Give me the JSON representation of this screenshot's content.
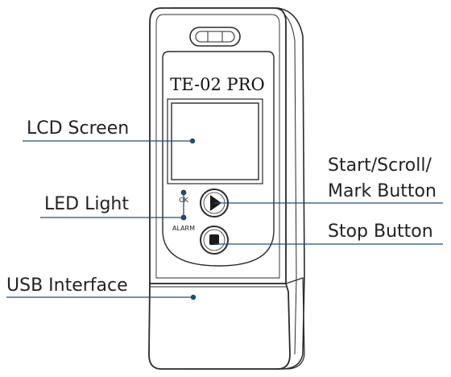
{
  "device": {
    "model": "TE-02 PRO",
    "indicators": {
      "ok": "OK",
      "alarm": "ALARM"
    }
  },
  "callouts": {
    "lcd_screen": "LCD  Screen",
    "led_light": "LED  Light",
    "usb_interface": "USB  Interface",
    "start_button_line1": "Start/Scroll/",
    "start_button_line2": "Mark Button",
    "stop_button": "Stop  Button"
  },
  "colors": {
    "leader_line": "#1f4e7a",
    "outline": "#2a2a2a",
    "body_fill": "#ffffff",
    "button_glyph": "#1a1a1a"
  },
  "icons": {
    "start_button": "play-triangle-icon",
    "stop_button": "stop-square-icon"
  }
}
